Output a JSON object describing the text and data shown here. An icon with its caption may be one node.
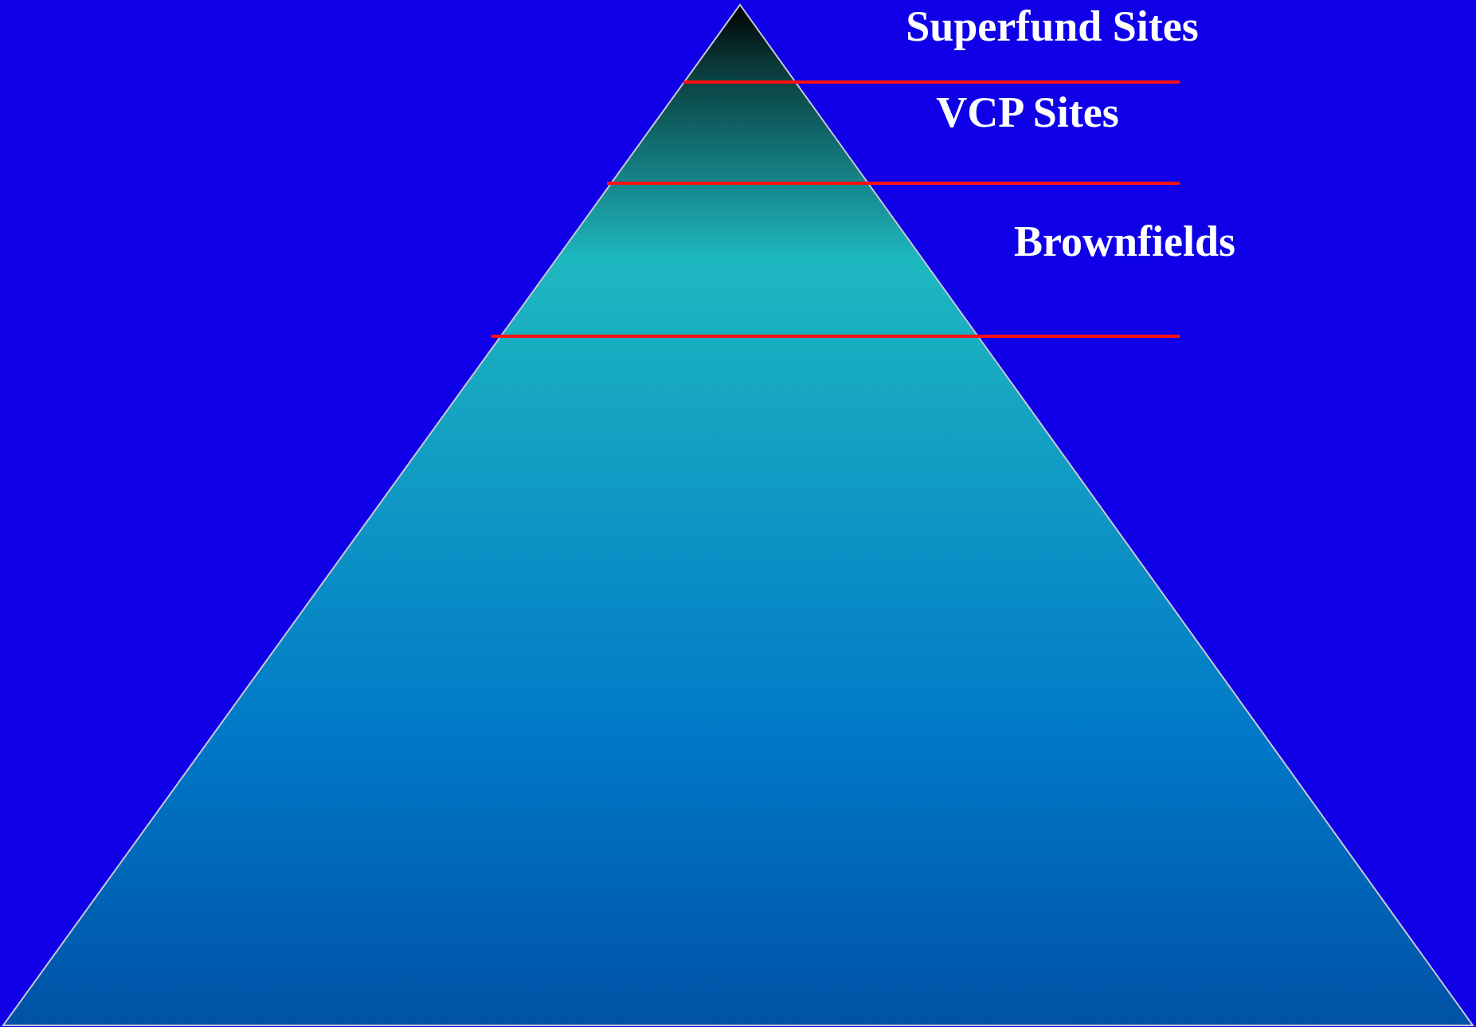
{
  "diagram": {
    "labels": [
      "Superfund Sites",
      "VCP Sites",
      "Brownfields"
    ]
  }
}
